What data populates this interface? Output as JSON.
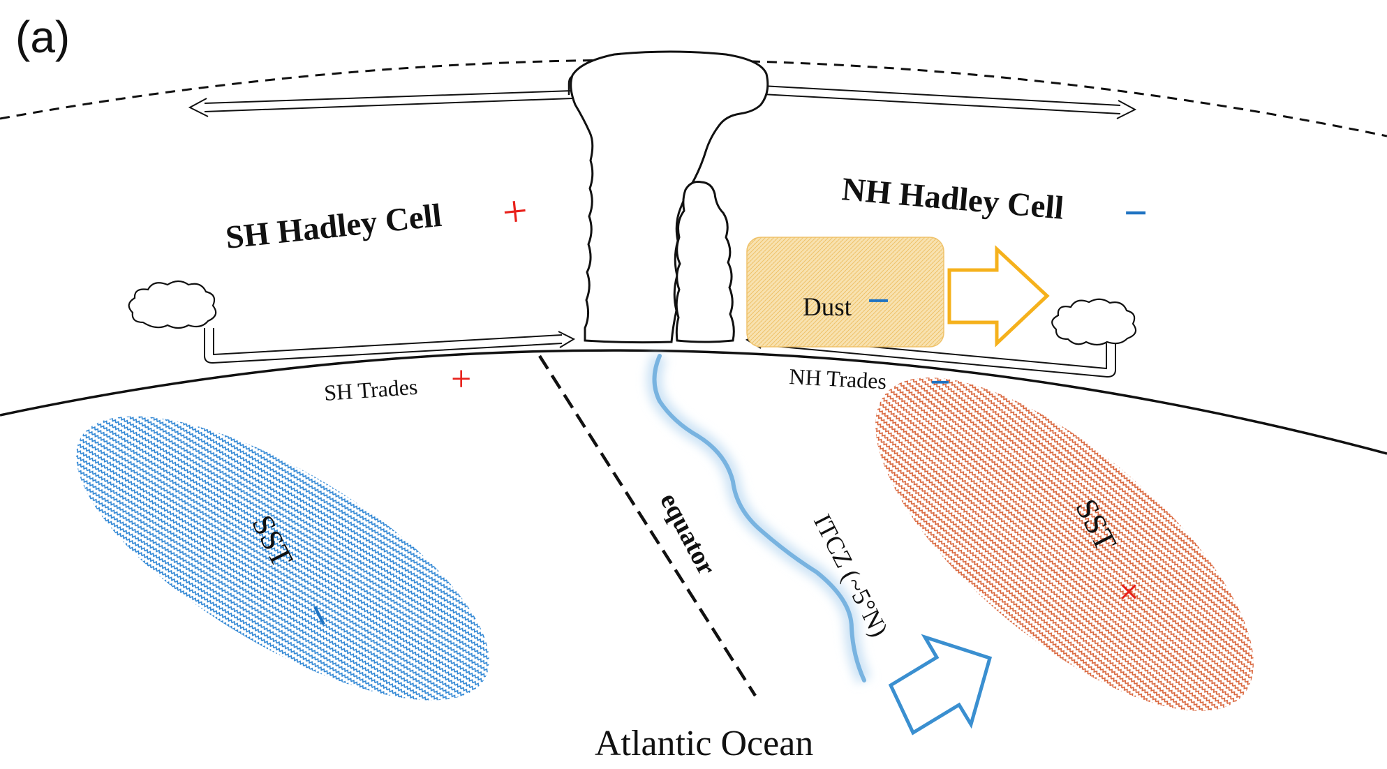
{
  "panel_label": "(a)",
  "labels": {
    "sh_cell": "SH Hadley Cell",
    "nh_cell": "NH Hadley Cell",
    "dust": "Dust",
    "sh_trades": "SH Trades",
    "nh_trades": "NH Trades",
    "equator": "equator",
    "itcz": "ITCZ (~5°N)",
    "sst_left": "SST",
    "sst_right": "SST",
    "ocean": "Atlantic Ocean"
  },
  "signs": {
    "sh_cell": "+",
    "nh_cell": "−",
    "dust": "−",
    "sh_trades": "+",
    "nh_trades": "−",
    "sst_left": "−",
    "sst_right": "+"
  },
  "colors": {
    "plus": "#e8201a",
    "minus": "#1f73c2",
    "cold_sst": "#2f86d4",
    "warm_sst": "#d9653b",
    "dust_fill": "#f4d288",
    "dust_arrow": "#f5b11c",
    "itcz": "#78b3e0",
    "itcz_arrow": "#3a8fd0",
    "ink": "#111111"
  }
}
